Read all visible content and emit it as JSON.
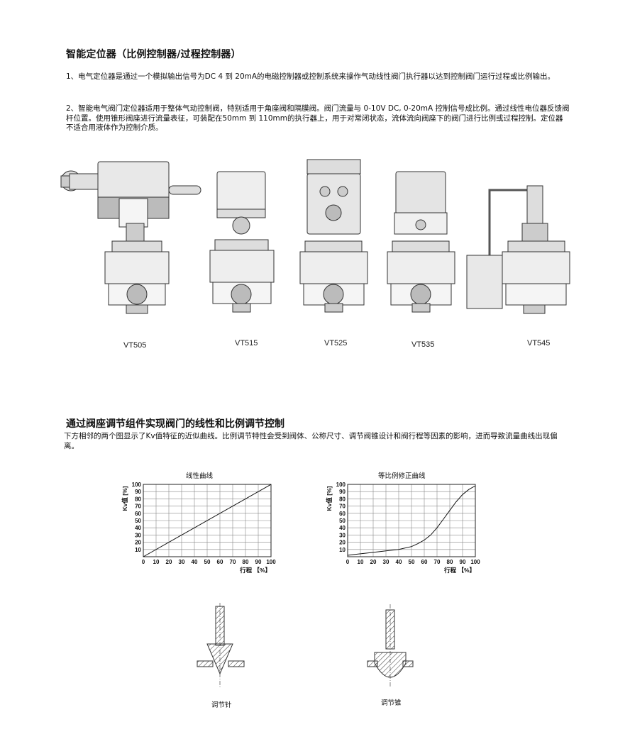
{
  "section1": {
    "title": "智能定位器（比例控制器/过程控制器）",
    "para1": "1、电气定位器是通过一个模拟输出信号为DC 4 到 20mA的电磁控制器或控制系统来操作气动线性阀门执行器以达到控制阀门运行过程或比例输出。",
    "para2": "2、智能电气阀门定位器适用于整体气动控制阀，特别适用于角座阀和隔膜阀。阀门流量与 0-10V DC, 0-20mA 控制信号成比例。通过线性电位器反馈阀杆位置。使用锥形阀座进行流量表征，可装配在50mm 到 110mm的执行器上，用于对常闭状态，流体流向阀座下的阀门进行比例或过程控制。定位器不适合用液体作为控制介质。"
  },
  "products": [
    "VT505",
    "VT515",
    "VT525",
    "VT535",
    "VT545"
  ],
  "section2": {
    "title": "通过阀座调节组件实现阀门的线性和比例调节控制",
    "para": "下方相邻的两个图显示了Kv值特征的近似曲线。比例调节特性会受到阀体、公称尺寸、调节阀锥设计和阀行程等因素的影响，进而导致流量曲线出现偏离。"
  },
  "chart_data": [
    {
      "type": "line",
      "title": "线性曲线",
      "xlabel": "行程 【%】",
      "ylabel": "Kv值 [%]",
      "xlim": [
        0,
        100
      ],
      "ylim": [
        0,
        100
      ],
      "x_ticks": [
        "0",
        "10",
        "20",
        "30",
        "40",
        "50",
        "60",
        "70",
        "80",
        "90",
        "100"
      ],
      "y_ticks": [
        "10",
        "20",
        "30",
        "40",
        "50",
        "60",
        "70",
        "80",
        "90",
        "100"
      ],
      "grid": true,
      "series": [
        {
          "x": [
            0,
            100
          ],
          "y": [
            0,
            100
          ]
        }
      ]
    },
    {
      "type": "line",
      "title": "等比例修正曲线",
      "xlabel": "行程 【%】",
      "ylabel": "Kv值 [%]",
      "xlim": [
        0,
        100
      ],
      "ylim": [
        0,
        100
      ],
      "x_ticks": [
        "0",
        "10",
        "20",
        "30",
        "40",
        "50",
        "60",
        "70",
        "80",
        "90",
        "100"
      ],
      "y_ticks": [
        "10",
        "20",
        "30",
        "40",
        "50",
        "60",
        "70",
        "80",
        "90",
        "100"
      ],
      "grid": true,
      "series": [
        {
          "x": [
            0,
            5,
            10,
            20,
            30,
            40,
            50,
            55,
            60,
            65,
            70,
            75,
            80,
            85,
            90,
            95,
            100
          ],
          "y": [
            2,
            3,
            4,
            6,
            8,
            10,
            14,
            18,
            23,
            30,
            40,
            52,
            64,
            76,
            86,
            93,
            98
          ]
        }
      ]
    }
  ],
  "valve_labels": {
    "needle": "调节针",
    "cone": "调节锥"
  }
}
